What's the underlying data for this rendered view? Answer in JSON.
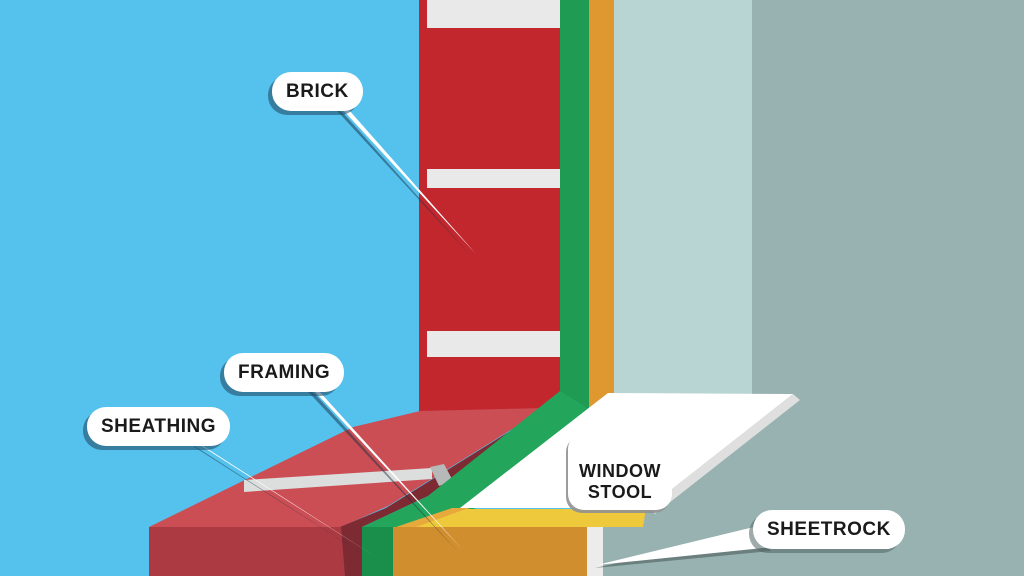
{
  "labels": {
    "brick": "BRICK",
    "framing": "FRAMING",
    "sheathing": "SHEATHING",
    "window_stool": "WINDOW\nSTOOL",
    "sheetrock": "SHEETROCK"
  },
  "colors": {
    "sky": "#55C1ED",
    "interior_wall": "#B8D5D3",
    "interior_wall_far": "#97B2B0",
    "brick": "#C2272E",
    "mortar": "#E9E9E9",
    "sill_top": "#CB4E55",
    "sill_front": "#AC3A43",
    "sill_shadow": "#7D2A33",
    "sill_mortar": "#DCDDDD",
    "sill_mortar_edge": "#B7B8B8",
    "sheathing": "#1F9B54",
    "sheathing_wrap": "#23A55B",
    "sheathing_front": "#1A8F4B",
    "framing": "#DF9830",
    "framing_front": "#D18E2E",
    "framing_top": "#E8A93C",
    "stool_top": "#FFFFFF",
    "stool_bevel": "#DFDFDF",
    "stool_edge": "#EEC93B",
    "sheetrock": "#ECECEC",
    "callout_bg": "#FFFFFF",
    "callout_text": "#1A1A1A"
  }
}
